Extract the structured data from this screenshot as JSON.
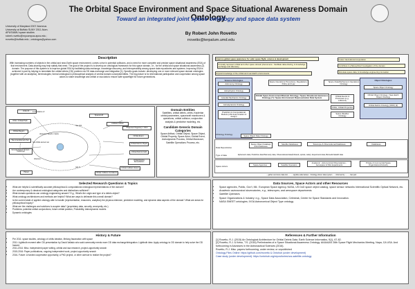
{
  "header": {
    "title": "The Orbital Space Environment and Space Situational Awareness Domain Ontology",
    "subtitle": "Toward an integrated joint space ontology and space data system",
    "author": "By Robert John Rovetto",
    "email": "rrovetto@terpalum.umd.edu",
    "affil": [
      "University of Maryland 2007 Alumnus",
      "University at Buffalo SUNY 2011 Alum.",
      "APUS/AMU space studies",
      "robert.rovetto@mycampus.apus.edu ;",
      "rrovetto@buffalo.edu ; ontologos@yahoo.com"
    ]
  },
  "description": {
    "title": "Description",
    "text": "With increasing numbers of objects in the orbital and near-Earth space environment, comes a rise in potential collisions, and a need for more complete and precise space situational awareness (SSA) of that environment. Data-sharing may help satisfy that need. The goal of the project is to develop an ontological framework for this space domain, i.e., for the orbital and space situational awareness (2) domain. The purpose of this system is to improve global SSA by facilitating data-exchange, knowledge discovery, and interoperability among space data repositories and systems. Improving SSA is achieved in part by helping to remediate the orbital debris (OD) problem via OD data-exchange and integration [1]. Specific goals include: developing one or more relevant space domain ontologies (together with an analytics), terminologies; formal ontological & philosophical analysis of central domain concepts/entities. The big picture is for international participation and cooperation among space actors to share knowledge and orbital or ssa data to ensure safe spaceflight for future generations."
  },
  "diagram": {
    "nodes": [
      "Orbit Of ...",
      "Orbit / Orbital Path",
      "Orbital Region",
      "Two-Line Element Set",
      "Ground-based Sensor / Telescope",
      "Planet",
      "Spacecraft",
      "Artificial Orbiter",
      "Projected Trajectory / Orbit",
      "Orbital Event",
      "Orbital Debris Object",
      "Orbital Debris Field",
      "Orbital Debris Remediation",
      "Orbital Collision Event",
      "Orbital Collision Avoidance"
    ],
    "labels": [
      "is an instance of",
      "observes / detects / tracks",
      "has orbit",
      "has orbital element set",
      "observes",
      "part of"
    ]
  },
  "domain_entities": {
    "title": "Domain Entities",
    "text": "Satellites, orbital debris, orbits, Keplerian orbital parameters, spacecraft maneuvers & operations, orbital collision, conjunction analysis & predictive modeling, etc."
  },
  "candidate": {
    "title": "Candidate Generic Domain Categories",
    "text": "Space Artifact, Orbital Object, Space Object, Orbital Property, Space Actor, Orbital Event, Astrodynamic Process, Orbital Maneuver, Satellite Operations Process, etc."
  },
  "architecture": {
    "purposes": [
      "Improve global space awareness for safer space flight, science & development",
      "Formally represent orbital and other space domain phenomena · Facilitate data-sharing, & knowledge-exchange and discovery",
      "Expand knowledge of the orbital and near-Earth environments"
    ],
    "purposes_right": [
      "Foster international cooperation",
      "Contribute to philosophical investigation of the domain",
      "Stimulate space data, & knowledge engineering innovation"
    ],
    "science_ontologies_title": "Science Ontologies",
    "science_ontologies": [
      "Astronomy Ontology",
      "Astrophysics Ontology",
      "Celestial Mechanics Ontology",
      "Astrodynamics Ontology",
      "Prediction & Computational Models (orbit determination & design)"
    ],
    "center_top": [
      "Space Operations Procedures, Regulations, Policy and Law",
      "Space (Satellite/Sensor) Operations Ontology"
    ],
    "core": "Orbital Space Environment/Domain Ontology / Space Situational Awareness Ontology (?) / Space Environment Representation Data System",
    "mid": [
      "Orbital Events & Processes (e.g., collisions)",
      "Orbits, Orbital Properties",
      "Space Weather Ontology"
    ],
    "object_ontologies_title": "Object Ontologies",
    "object_ontologies": [
      "Space Object Ontology",
      "Orbital Object Ontology / Near-Earth Object Ontology",
      "Orbital Debris Ontology (ODO) [2]"
    ],
    "orbitology": [
      "Orbitology Ontology",
      "Space Object Data Ontology"
    ],
    "repos_label": "Data Repositories",
    "repos": [
      "Space Object Catalogs SSA Databases",
      "Satellite Databases",
      "Telescope & Observational Databases",
      "Databases"
    ],
    "types_label": "Type of data",
    "types": "Ephemeris data, Predictive data/Telemetry data, Observational data/(Infrared, optical, radar), Experiment data, Biomedic/Health data",
    "actors_label": "Space Actors",
    "actors": [
      "Space Agencies",
      "Satellite Operators",
      "Academic - Astronomical Observatories - Aerospace & SSA departments",
      "Private & Commercial Space Organizations/Industry"
    ],
    "legend": "... gather and store data into ... · ... signifies alternatives · Ontology-driven data system · ... informed by ... · ... has part"
  },
  "questions": {
    "title": "Selected Research Questions & Topics",
    "items": [
      "What are helpful & scientifically accurate philosophical & computational ontological representations of the domain?",
      "Are contemporary & classical ontological categories and distinctions sufficient?",
      "What domain questions can ontology engineering answer? E.g., What's the origin and type of a debris object?",
      "What ontology architectures and methods are helpful? What are ways to delineate this overall domain?",
      "Is the current state of applied ontology able to handle (representation, reasoners, analytics) the physics-intensive, predictive modeling, and dynamic data aspects of the domain? What are areas for philosophical inquiry?",
      "What are the challenges and solutions to acquire data? (proprietary data, security, anonymity, etc.)",
      "Problems: potential orbital conjunctions, future orbital position, Probability, Astrodynamic models",
      "Dynamic ontologies"
    ]
  },
  "history": {
    "title": "History & Future",
    "items": [
      "Pre 2011: space studies, ontology of orbits ideation, lifelong fascination with space",
      "2011: Lightbulb moment after OD presentation by David Vallado who said community needs more OD data exchange/integration. Lightbulb idea: Apply ontology to OD domain to help solve the OD hazard.",
      "2011-2014: Misc. independent paper writing, orbital and ssa research, project-opportunity search",
      "2015-2016: Paper publications, ongoing independent work, project-opportunity search",
      "2016- Future: A funded cooperative opportunity, a PhD project, or other avenue to realize the project?"
    ]
  },
  "sources": {
    "title": "Data Sources, Space Actors and other Resources",
    "items": [
      "Space agencies, Public, Gov't, Mil.: European Space Agency, NASA, US DoD space object catalog, space sensor networks International Scientific Optical Network, etc.",
      "Academic astronomical observatories, e.g., telescopes; and aerospace departments",
      "Satellite Operators",
      "Space Organizations & Industry: e.g., Space Data Association, Celestrak, Center for Space Standards and Innovation.",
      "NASA SWEET ontologies; IVOA Astronomical Object Type ontology"
    ]
  },
  "references": {
    "title": "References & Further Information",
    "items": [
      "[1] Rovetto, R.J. (2015) An Ontological Architecture for Orbital Debris Data. Earth Science Informatics, 9(1), 67-82.",
      "[2] Rovetto, R.J. & Kelso, T.S. (2016) Preliminaries of a Space Situational Awareness Ontology. AIAA/AAS 26th Space Flight Mechanics Meeting, Napa, CA USA. And forthcoming in Advances in the Astronautical Sciences (2016).",
      "Rovetto, R.J. Misc. papers forthcoming, under review, or unpublished",
      "Ontology Files Online: https://github.com/rrovetto & Ontohub (under development)",
      "Case study (under development): https://ontohub.org/repositories/ucs-satellite-ontology"
    ]
  }
}
